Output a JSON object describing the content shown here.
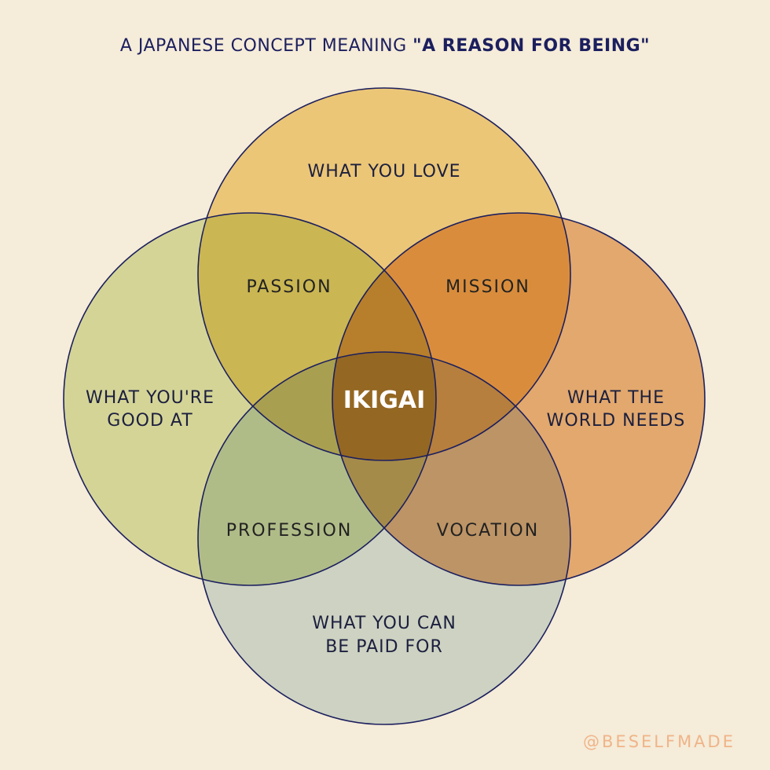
{
  "header": {
    "title_prefix": "A JAPANESE CONCEPT MEANING ",
    "title_emphasis": "\"A REASON FOR BEING\""
  },
  "circles": {
    "love": {
      "label": "WHAT YOU LOVE",
      "color": "#ebc677"
    },
    "good_at": {
      "label_line1": "WHAT YOU'RE",
      "label_line2": "GOOD AT",
      "color": "#d4d497"
    },
    "world_needs": {
      "label_line1": "WHAT THE",
      "label_line2": "WORLD NEEDS",
      "color": "#e2a86d"
    },
    "paid_for": {
      "label_line1": "WHAT YOU CAN",
      "label_line2": "BE PAID FOR",
      "color": "#cdd2c2"
    }
  },
  "intersections": {
    "passion": {
      "label": "PASSION",
      "color": "#cab653"
    },
    "mission": {
      "label": "MISSION",
      "color": "#d98d3c"
    },
    "profession": {
      "label": "PROFESSION",
      "color": "#b0bc88"
    },
    "vocation": {
      "label": "VOCATION",
      "color": "#bd9466"
    },
    "center": {
      "label": "IKIGAI",
      "color": "#946723"
    }
  },
  "colors": {
    "outline": "#1c1f5e",
    "background": "#f5ecd9",
    "triple_top": "#b77f2b",
    "triple_left": "#a99f50",
    "triple_right": "#b77f3d",
    "triple_bottom": "#a58b4a"
  },
  "footer": {
    "handle": "@BESELFMADE"
  }
}
